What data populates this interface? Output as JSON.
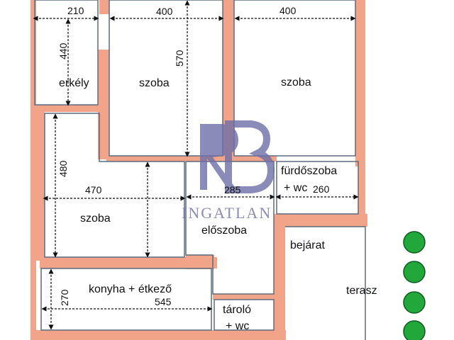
{
  "colors": {
    "wall_fill": "#f2a488",
    "line": "#5b6b7f",
    "dimension": "#111111",
    "tree": "#22a83a",
    "tree_stroke": "#0c5d1d",
    "watermark": "#6e6fa8"
  },
  "rooms": {
    "erkely": "erkély",
    "szoba_top_left": "szoba",
    "szoba_top_right": "szoba",
    "szoba_left": "szoba",
    "furdoszoba_1": "fürdőszoba",
    "furdoszoba_2": "+ wc",
    "eloszoba": "előszoba",
    "bejarat": "bejárat",
    "konyha": "konyha + étkező",
    "terasz": "terasz",
    "tarolo_1": "tároló",
    "tarolo_2": "+ wc"
  },
  "dimensions": {
    "d210": "210",
    "d400_left": "400",
    "d400_right": "400",
    "d440": "440",
    "d570": "570",
    "d480": "480",
    "d470": "470",
    "d285": "285",
    "d260": "260",
    "d270": "270",
    "d545": "545"
  },
  "watermark": {
    "text": "INGATLAN"
  },
  "trees": {
    "count": 4
  }
}
